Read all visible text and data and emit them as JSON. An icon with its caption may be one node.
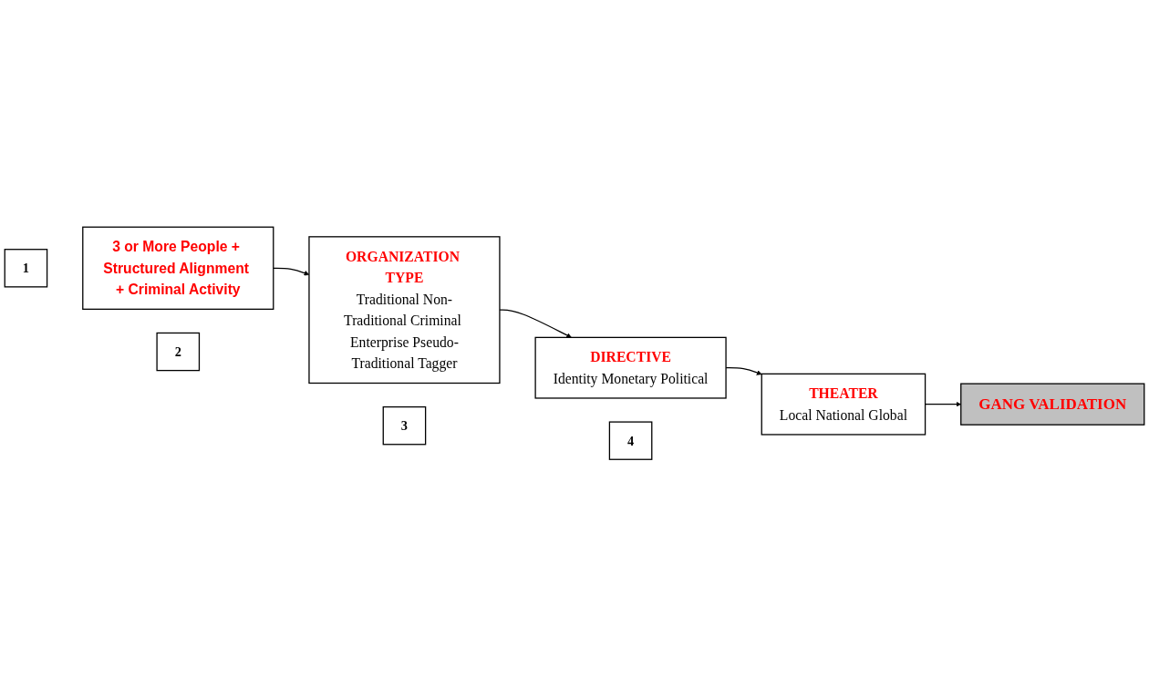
{
  "diagram": {
    "nodes": [
      {
        "text": [
          "1"
        ]
      },
      {
        "text": [
          "3 or More People + Structured Alignment + Criminal Activity"
        ]
      },
      {
        "text": [
          "2"
        ]
      },
      {
        "text": [
          "ORGANIZATION TYPE",
          "Traditional Non-Traditional Criminal Enterprise Pseudo-Traditional Tagger"
        ]
      },
      {
        "text": [
          "3"
        ]
      },
      {
        "text": [
          "DIRECTIVE",
          "Identity Monetary Political"
        ]
      },
      {
        "text": [
          "4"
        ]
      },
      {
        "text": [
          "THEATER",
          "Local National Global"
        ]
      },
      {
        "text": [
          "GANG VALIDATION"
        ]
      }
    ],
    "edges": [
      {
        "from": 1,
        "to": 3,
        "arrow": "to"
      },
      {
        "from": 3,
        "to": 5,
        "arrow": "to"
      },
      {
        "from": 5,
        "to": 7,
        "arrow": "to"
      },
      {
        "from": 7,
        "to": 8,
        "arrow": "to"
      }
    ]
  }
}
